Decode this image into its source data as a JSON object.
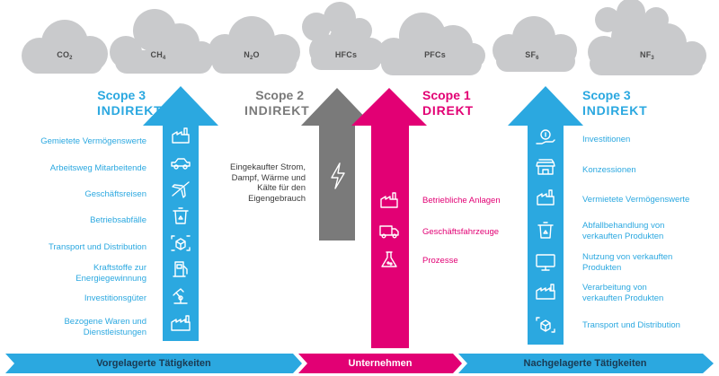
{
  "colors": {
    "blue": "#2ba8e0",
    "magenta": "#e20074",
    "grey": "#7a7a7a",
    "cloud": "#c9cacc"
  },
  "gases": [
    {
      "base": "CO",
      "sub": "2"
    },
    {
      "base": "CH",
      "sub": "4"
    },
    {
      "base": "N",
      "sub": "2",
      "tail": "O"
    },
    {
      "base": "HFCs",
      "sub": ""
    },
    {
      "base": "PFCs",
      "sub": ""
    },
    {
      "base": "SF",
      "sub": "6"
    },
    {
      "base": "NF",
      "sub": "3"
    }
  ],
  "scope3_left": {
    "title": "Scope 3",
    "subtitle": "INDIREKT",
    "items": [
      {
        "label": "Gemietete Vermögenswerte",
        "icon": "factory-icon"
      },
      {
        "label": "Arbeitsweg Mitarbeitende",
        "icon": "car-icon"
      },
      {
        "label": "Geschäftsreisen",
        "icon": "plane-icon"
      },
      {
        "label": "Betriebsabfälle",
        "icon": "recycle-bin-icon"
      },
      {
        "label": "Transport und Distribution",
        "icon": "box-arrows-icon"
      },
      {
        "label": "Kraftstoffe zur Energiegewinnung",
        "icon": "fuel-pump-icon"
      },
      {
        "label": "Investitionsgüter",
        "icon": "robot-arm-icon"
      },
      {
        "label": "Bezogene Waren und Dienstleistungen",
        "icon": "factory-icon"
      }
    ]
  },
  "scope2": {
    "title": "Scope 2",
    "subtitle": "INDIREKT",
    "description": "Eingekaufter Strom, Dampf, Wärme und Kälte für den Eigengebrauch",
    "icon": "lightning-icon"
  },
  "scope1": {
    "title": "Scope 1",
    "subtitle": "DIREKT",
    "items": [
      {
        "label": "Betriebliche Anlagen",
        "icon": "factory-icon"
      },
      {
        "label": "Geschäftsfahrzeuge",
        "icon": "truck-icon"
      },
      {
        "label": "Prozesse",
        "icon": "flask-icon"
      }
    ]
  },
  "scope3_right": {
    "title": "Scope 3",
    "subtitle": "INDIREKT",
    "items": [
      {
        "label": "Investitionen",
        "icon": "coin-hand-icon"
      },
      {
        "label": "Konzessionen",
        "icon": "store-icon"
      },
      {
        "label": "Vermietete Vermögenswerte",
        "icon": "factory-icon"
      },
      {
        "label": "Abfallbehandlung von verkauften Produkten",
        "icon": "recycle-bin-icon"
      },
      {
        "label": "Nutzung von verkauften Produkten",
        "icon": "monitor-icon"
      },
      {
        "label": "Verarbeitung von verkauften Produkten",
        "icon": "factory-icon"
      },
      {
        "label": "Transport und Distribution",
        "icon": "box-arrows-icon"
      }
    ]
  },
  "bottom_band": {
    "upstream": "Vorgelagerte Tätigkeiten",
    "company": "Unternehmen",
    "downstream": "Nachgelagerte Tätigkeiten"
  }
}
